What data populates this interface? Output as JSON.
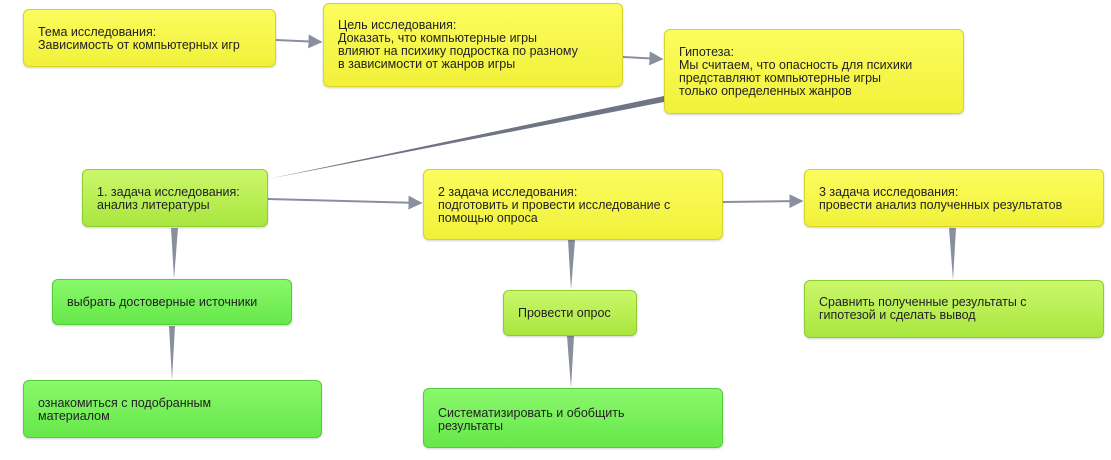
{
  "colors": {
    "yellow": "#f5f548",
    "lime": "#b8ee55",
    "green": "#70ec55",
    "connector": "#8a8f9e"
  },
  "nodes": {
    "topic": "Тема исследования:\nЗависимость от компьютерных игр",
    "goal": "Цель исследования:\nДоказать, что компьютерные игры\nвлияют на психику подростка по разному\nв зависимости от жанров игры",
    "hypothesis": "Гипотеза:\nМы считаем, что опасность для психики\nпредставляют компьютерные игры\nтолько определенных жанров",
    "task1": "1. задача исследования:\nанализ литературы",
    "task2": "2 задача исследования:\nподготовить и провести исследование с\nпомощью опроса",
    "task3": "3 задача исследования:\nпровести анализ полученных результатов",
    "sources": "выбрать достоверные источники",
    "material": "ознакомиться с подобранным\nматериалом",
    "survey": "Провести опрос",
    "systematize": "Систематизировать и обобщить\nрезультаты",
    "compare": "Сравнить полученные результаты с\nгипотезой и сделать вывод"
  }
}
